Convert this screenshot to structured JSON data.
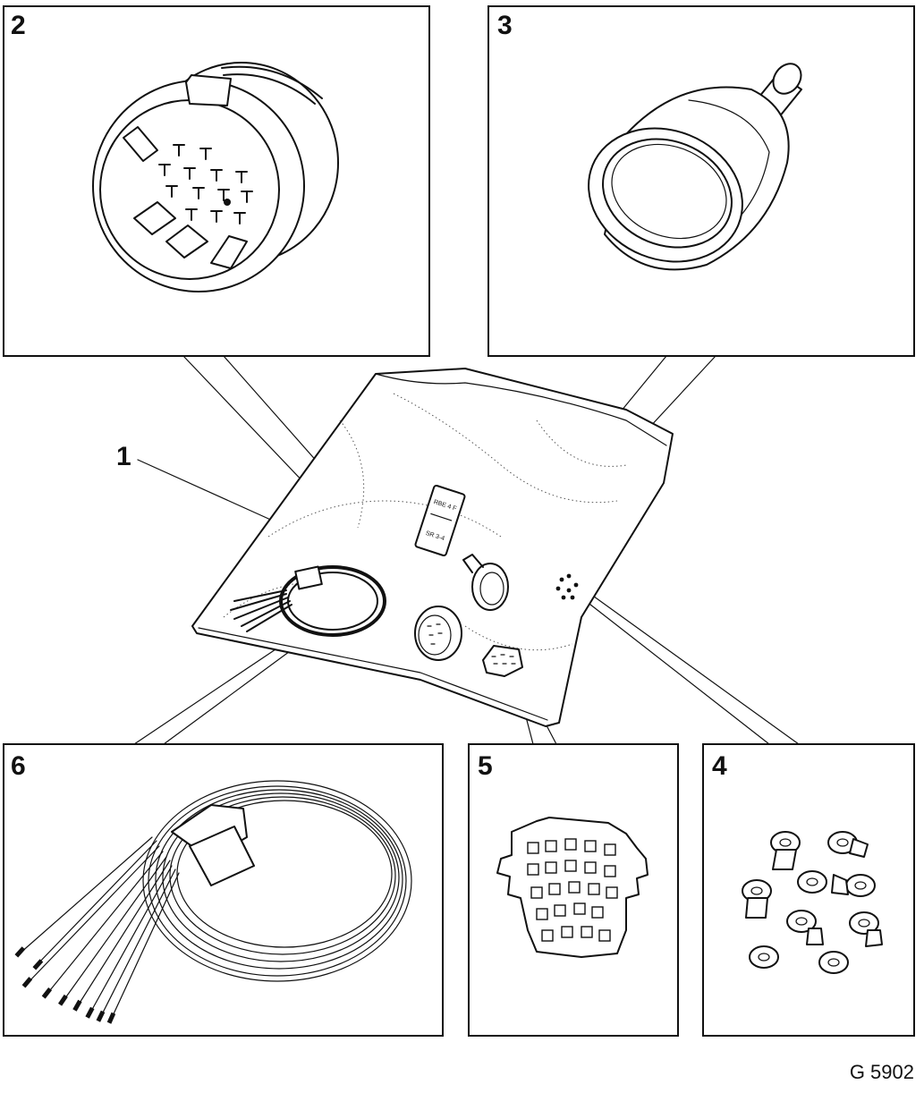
{
  "callouts": {
    "bag": "1",
    "connector_housing": "2",
    "connector_cap": "3",
    "seals": "4",
    "contact_carrier": "5",
    "wire_harness": "6"
  },
  "figure_ref": "G 5902",
  "bag_label": {
    "line1": "RBE 4 F",
    "line2": "SR 3-4"
  }
}
